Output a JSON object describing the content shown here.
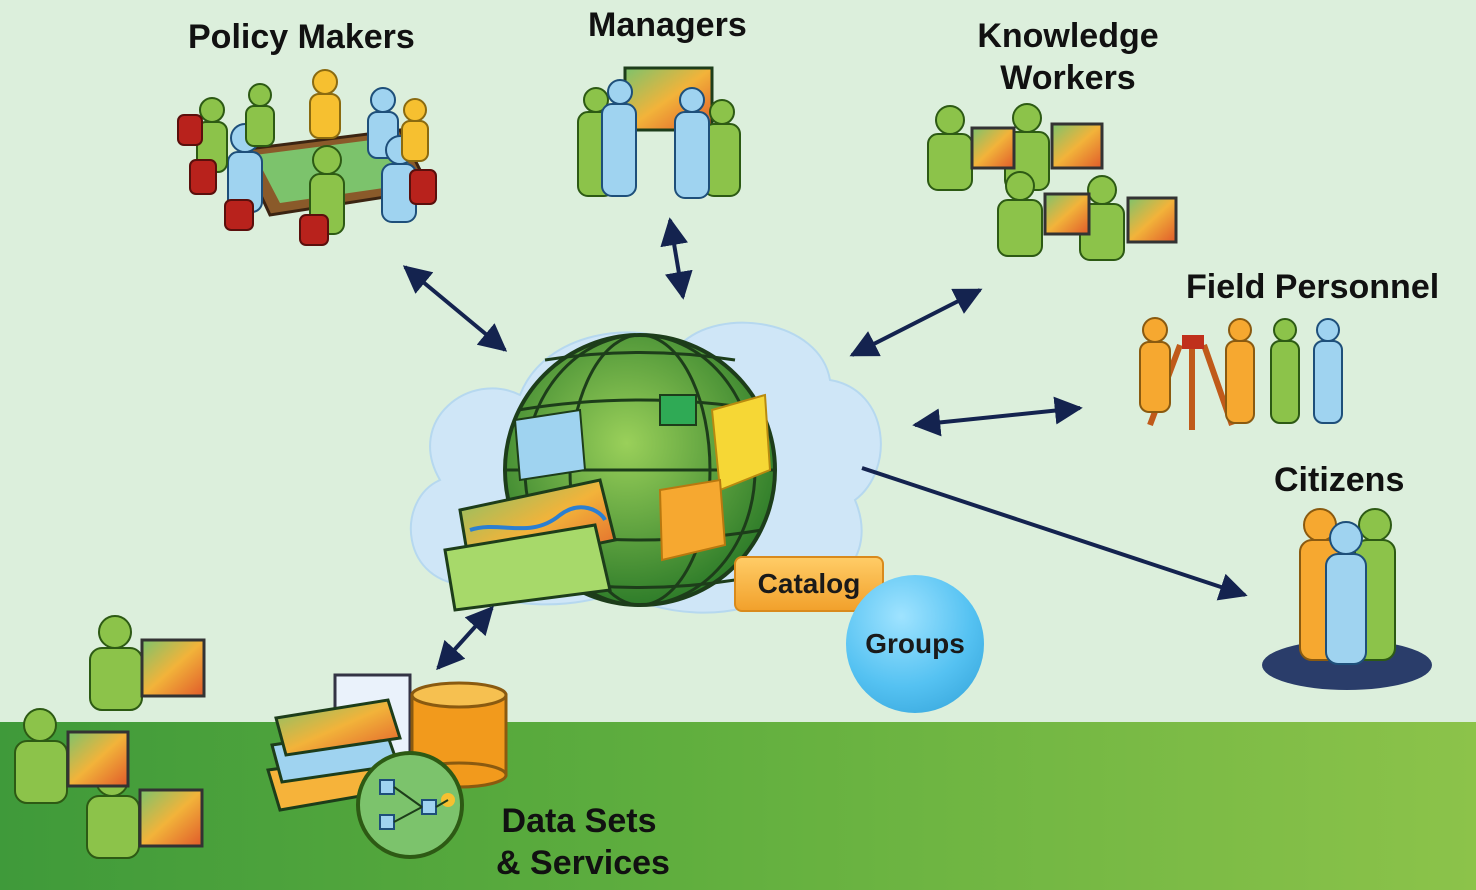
{
  "labels": {
    "policy_makers": "Policy Makers",
    "managers": "Managers",
    "knowledge_workers_1": "Knowledge",
    "knowledge_workers_2": "Workers",
    "field_personnel": "Field Personnel",
    "citizens": "Citizens",
    "data_sets_1": "Data Sets",
    "data_sets_2": "& Services",
    "catalog": "Catalog",
    "groups": "Groups"
  },
  "colors": {
    "background": "#dcefdc",
    "ground_left": "#3f9a3a",
    "ground_right": "#8cc34a",
    "arrow": "#14234f",
    "cloud": "#cfe6f7",
    "catalog": "#f2a12c",
    "groups": "#55c2f2"
  },
  "icons": [
    "meeting-table-icon",
    "presenter-board-icon",
    "workstation-group-icon",
    "surveyor-team-icon",
    "citizen-group-icon",
    "cloud-globe-icon",
    "data-stack-icon",
    "desktop-users-icon"
  ]
}
